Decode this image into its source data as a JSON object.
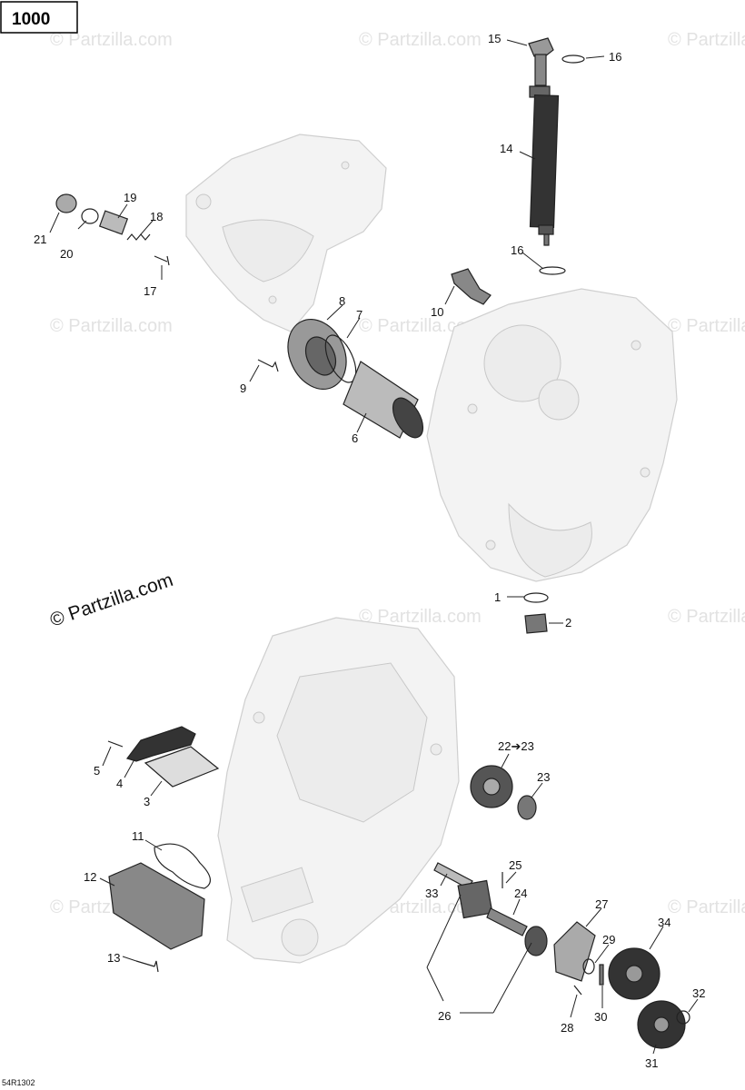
{
  "diagram": {
    "engine_badge": "1000",
    "brand_watermark": "© Partzilla.com",
    "tile_watermark": "© Partzilla.com",
    "drawing_code": "54R1302",
    "callouts": {
      "c1": "1",
      "c2": "2",
      "c3": "3",
      "c4": "4",
      "c5": "5",
      "c6": "6",
      "c7": "7",
      "c8": "8",
      "c9": "9",
      "c10": "10",
      "c11": "11",
      "c12": "12",
      "c13": "13",
      "c14": "14",
      "c15": "15",
      "c16a": "16",
      "c16b": "16",
      "c17": "17",
      "c18": "18",
      "c19": "19",
      "c20": "20",
      "c21": "21",
      "c22": "22➔23",
      "c23": "23",
      "c24": "24",
      "c25": "25",
      "c26": "26",
      "c27": "27",
      "c28": "28",
      "c29": "29",
      "c30": "30",
      "c31": "31",
      "c32": "32",
      "c33": "33",
      "c34": "34"
    }
  }
}
